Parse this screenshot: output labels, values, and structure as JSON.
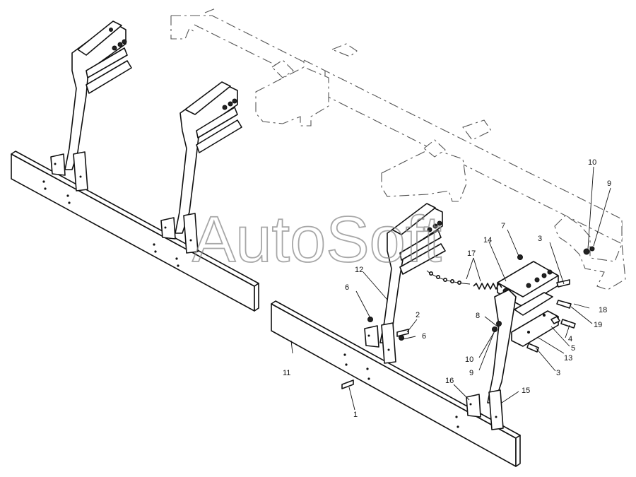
{
  "watermark": "AutoSoft",
  "callouts": [
    "1",
    "2",
    "3",
    "3",
    "4",
    "5",
    "6",
    "6",
    "7",
    "8",
    "9",
    "9",
    "10",
    "10",
    "11",
    "12",
    "13",
    "14",
    "15",
    "16",
    "17",
    "18",
    "19"
  ]
}
